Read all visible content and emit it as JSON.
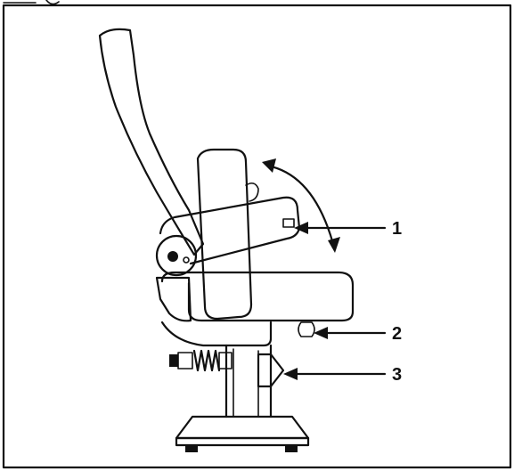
{
  "diagram": {
    "callouts": [
      {
        "id": "1",
        "label": "1"
      },
      {
        "id": "2",
        "label": "2"
      },
      {
        "id": "3",
        "label": "3"
      }
    ],
    "colors": {
      "ink": "#111111",
      "background": "#ffffff"
    }
  }
}
